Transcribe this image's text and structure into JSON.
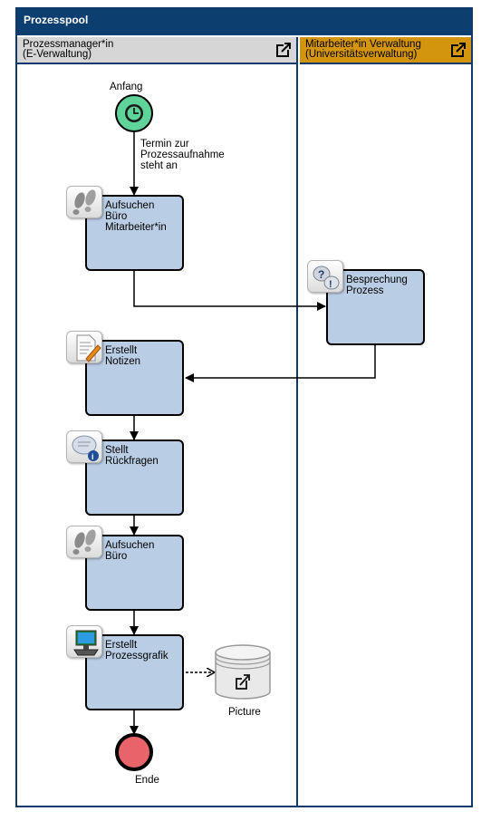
{
  "pool": {
    "title": "Prozesspool"
  },
  "lanes": [
    {
      "title": "Prozessmanager*in\n(E-Verwaltung)"
    },
    {
      "title": "Mitarbeiter*in Verwaltung\n(Universitätsverwaltung)"
    }
  ],
  "events": {
    "start_label": "Anfang",
    "end_label": "Ende"
  },
  "flow_label": "Termin zur\nProzessaufnahme\nsteht an",
  "tasks": [
    {
      "label": "Aufsuchen\nBüro\nMitarbeiter*in",
      "icon": "footprints-icon"
    },
    {
      "label": "Besprechung\nProzess",
      "icon": "discussion-icon"
    },
    {
      "label": "Erstellt\nNotizen",
      "icon": "notes-icon"
    },
    {
      "label": "Stellt\nRückfragen",
      "icon": "inquiry-icon"
    },
    {
      "label": "Aufsuchen\nBüro",
      "icon": "footprints-icon"
    },
    {
      "label": "Erstellt\nProzessgrafik",
      "icon": "computer-icon"
    }
  ],
  "data_object": {
    "label": "Picture"
  },
  "colors": {
    "pool_header": "#0d3e70",
    "lane1_header": "#d6d6d6",
    "lane2_header": "#d4950e",
    "task_fill": "#b9cde5",
    "start_fill": "#5fd49a",
    "end_fill": "#e8646a"
  }
}
